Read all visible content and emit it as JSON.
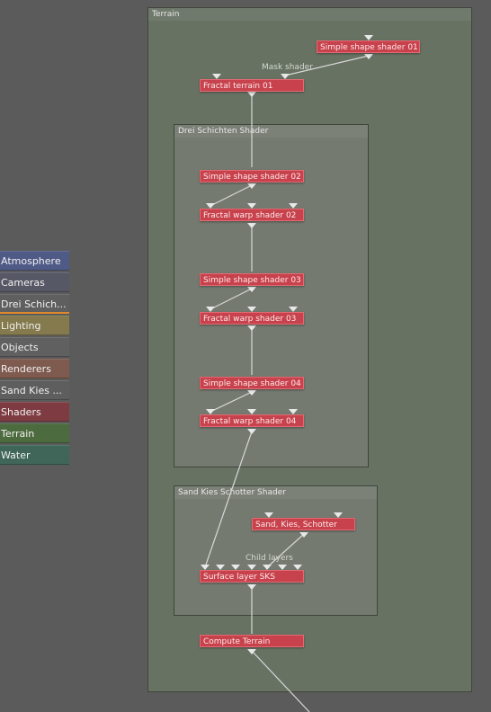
{
  "categories": [
    {
      "label": "Atmosphere",
      "color": "#4f5a86",
      "active": false
    },
    {
      "label": "Cameras",
      "color": "#575866",
      "active": false
    },
    {
      "label": "Drei Schich...",
      "color": "#5f5f5f",
      "active": true
    },
    {
      "label": "Lighting",
      "color": "#847a4e",
      "active": false
    },
    {
      "label": "Objects",
      "color": "#606060",
      "active": false
    },
    {
      "label": "Renderers",
      "color": "#7e5a4f",
      "active": false
    },
    {
      "label": "Sand Kies ...",
      "color": "#5e5e5e",
      "active": false
    },
    {
      "label": "Shaders",
      "color": "#7e3c42",
      "active": false
    },
    {
      "label": "Terrain",
      "color": "#4c6b3e",
      "active": false
    },
    {
      "label": "Water",
      "color": "#3f6659",
      "active": false
    }
  ],
  "groups": {
    "terrain": "Terrain",
    "drei": "Drei Schichten Shader",
    "sand": "Sand Kies Schotter Shader"
  },
  "nodes": {
    "simple01": "Simple shape shader 01",
    "fractal_terrain": "Fractal terrain 01",
    "simple02": "Simple shape shader 02",
    "warp02": "Fractal warp shader 02",
    "simple03": "Simple shape shader 03",
    "warp03": "Fractal warp shader 03",
    "simple04": "Simple shape shader 04",
    "warp04": "Fractal warp shader 04",
    "sks": "Sand, Kies, Schotter",
    "surface": "Surface layer SKS",
    "compute": "Compute Terrain"
  },
  "labels": {
    "mask_shader": "Mask shader",
    "child_layers": "Child layers"
  },
  "colors": {
    "node": "#c7424c",
    "wire": "#d8d8d8",
    "active_underline": "#e08a2a"
  }
}
